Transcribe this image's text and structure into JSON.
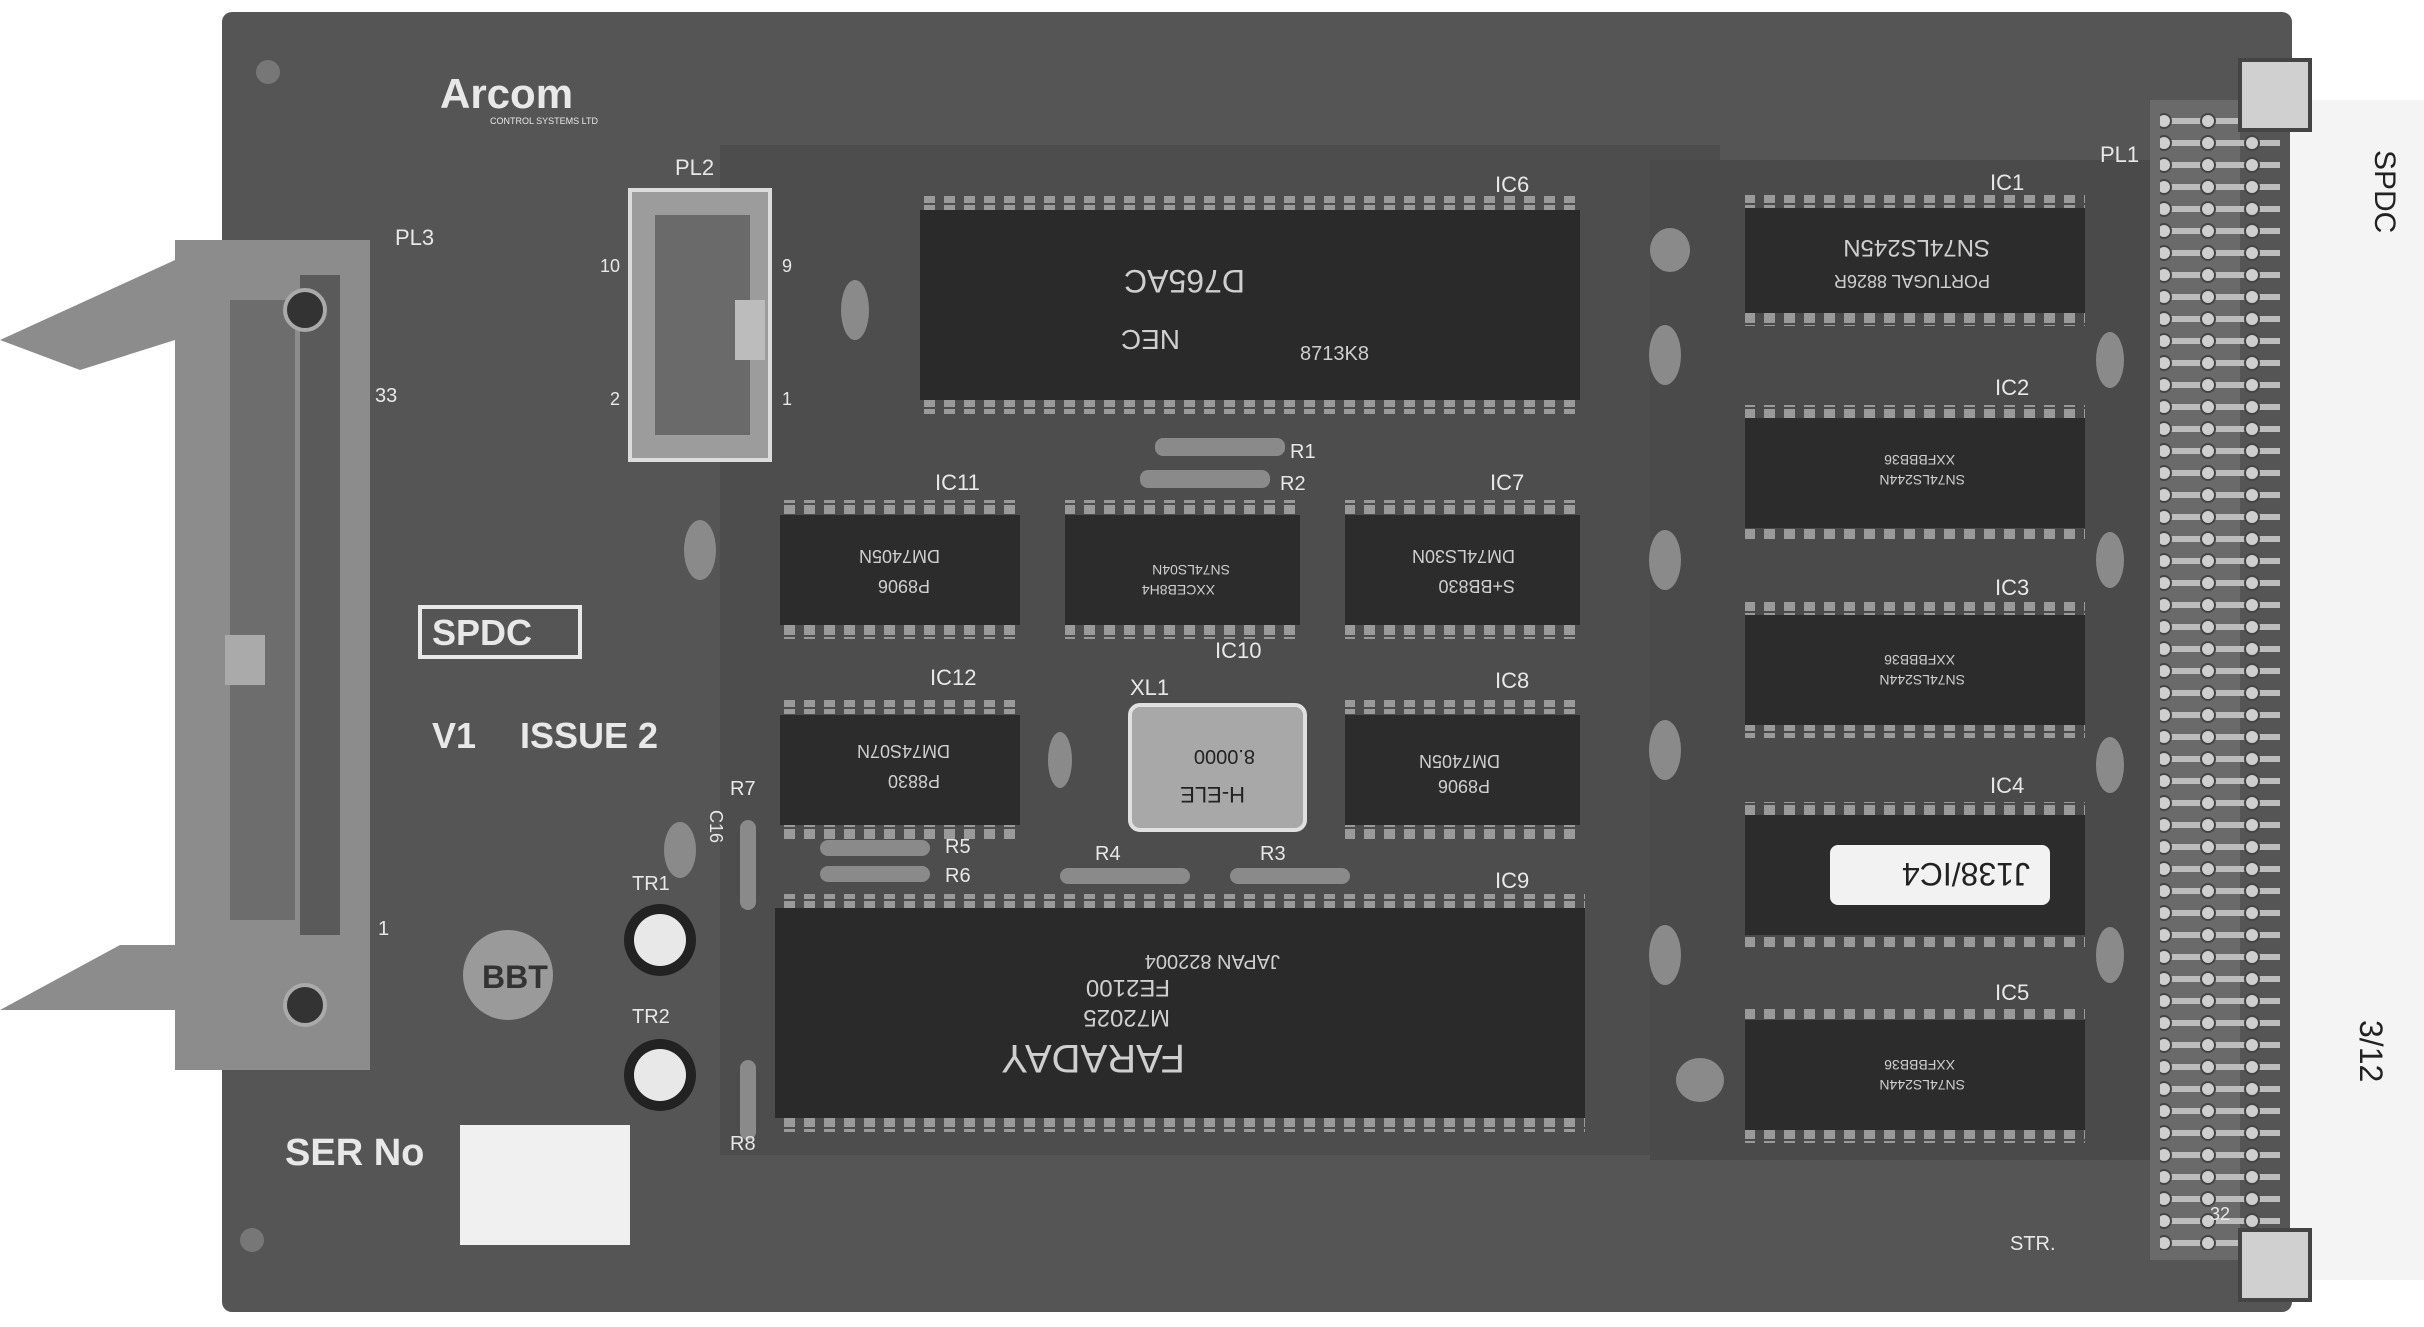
{
  "brand": {
    "logo_text": "Arcom",
    "logo_subtext": "CONTROL SYSTEMS LTD"
  },
  "board": {
    "name": "SPDC",
    "version": "V1",
    "issue": "ISSUE 2",
    "ser_label": "SER No",
    "stamp": "BBT",
    "str_label": "STR.",
    "side_label_top": "SPDC",
    "side_label_bottom": "3/12"
  },
  "connectors": {
    "pl1": "PL1",
    "pl2": "PL2",
    "pl3": "PL3",
    "pl2_pin_10": "10",
    "pl2_pin_9": "9",
    "pl2_pin_2": "2",
    "pl2_pin_1": "1",
    "pl3_pin_33": "33",
    "pl3_pin_1": "1",
    "pl1_pin_32": "32"
  },
  "chips": {
    "ic1": {
      "label": "IC1",
      "part": "SN74LS245N",
      "maker": "PORTUGAL 8826R"
    },
    "ic2": {
      "label": "IC2",
      "part": "SN74LS244N",
      "maker": "XXFBBB36"
    },
    "ic3": {
      "label": "IC3",
      "part": "SN74LS244N",
      "maker": "XXFBBB36"
    },
    "ic4": {
      "label": "IC4",
      "sticker": "J138/IC4"
    },
    "ic5": {
      "label": "IC5",
      "part": "SN74LS244N",
      "maker": "XXFBBB36"
    },
    "ic6": {
      "label": "IC6",
      "part": "D765AC",
      "maker": "NEC",
      "code": "8713K8"
    },
    "ic7": {
      "label": "IC7",
      "part": "DM74LS30N",
      "maker": "S+BB830"
    },
    "ic8": {
      "label": "IC8",
      "part": "DM7405N",
      "maker": "P8906"
    },
    "ic9": {
      "label": "IC9",
      "part": "FE2100",
      "maker": "FARADAY",
      "code": "M72025",
      "extra": "JAPAN 822004"
    },
    "ic10": {
      "label": "IC10",
      "part": "SN74LS04N",
      "maker": "XXCEB8H4"
    },
    "ic11": {
      "label": "IC11",
      "part": "DM7405N",
      "maker": "P8906"
    },
    "ic12": {
      "label": "IC12",
      "part": "DM74S07N",
      "maker": "P8830"
    }
  },
  "crystal": {
    "label": "XL1",
    "brand": "H-ELE",
    "freq": "8.0000"
  },
  "passives": {
    "r1": "R1",
    "r2": "R2",
    "r3": "R3",
    "r4": "R4",
    "r5": "R5",
    "r6": "R6",
    "r7": "R7",
    "r8": "R8",
    "tr1": "TR1",
    "tr2": "TR2",
    "c16": "C16"
  }
}
